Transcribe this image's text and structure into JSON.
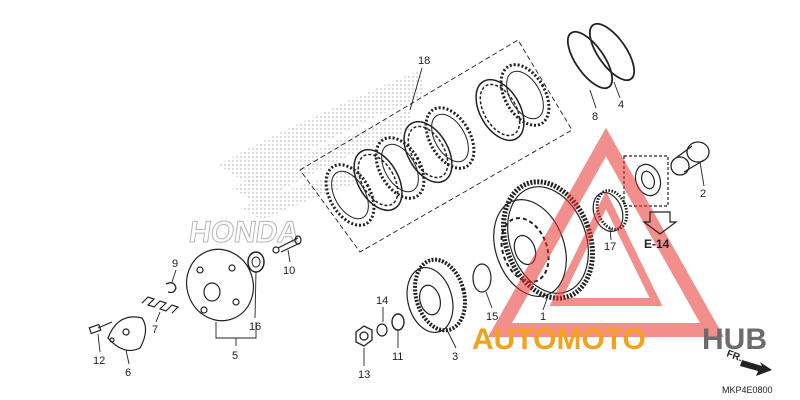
{
  "diagram": {
    "callouts": [
      {
        "id": "c1",
        "label": "1"
      },
      {
        "id": "c2",
        "label": "2"
      },
      {
        "id": "c3",
        "label": "3"
      },
      {
        "id": "c4",
        "label": "4"
      },
      {
        "id": "c5",
        "label": "5"
      },
      {
        "id": "c6",
        "label": "6"
      },
      {
        "id": "c7",
        "label": "7"
      },
      {
        "id": "c8",
        "label": "8"
      },
      {
        "id": "c9",
        "label": "9"
      },
      {
        "id": "c10",
        "label": "10"
      },
      {
        "id": "c11",
        "label": "11"
      },
      {
        "id": "c12",
        "label": "12"
      },
      {
        "id": "c13",
        "label": "13"
      },
      {
        "id": "c14",
        "label": "14"
      },
      {
        "id": "c15",
        "label": "15"
      },
      {
        "id": "c16",
        "label": "16"
      },
      {
        "id": "c17",
        "label": "17"
      },
      {
        "id": "c18",
        "label": "18"
      }
    ],
    "reference_label": "E-14",
    "direction_label": "FR.",
    "drawing_code": "MKP4E0800",
    "brand_text": "HONDA"
  },
  "watermark": {
    "left_text": "AUTOMOTO",
    "right_text": "HUB",
    "left_color": "#f2a31b",
    "right_color": "#6c6c6c",
    "triangle_color": "#e8332f"
  }
}
